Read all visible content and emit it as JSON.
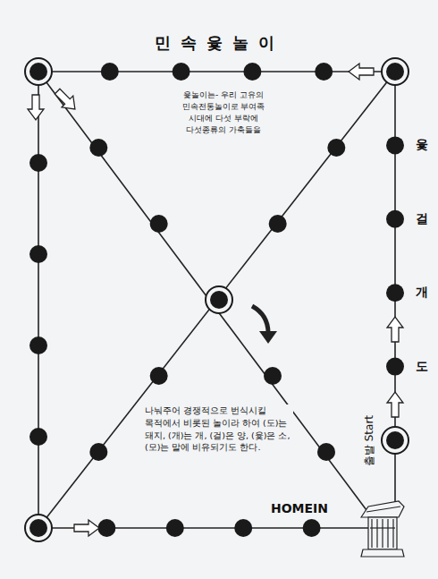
{
  "diagram": {
    "title": "민속윷놀이",
    "labels": [
      "윷놀이는- 우리 고유의 민속전통놀이로 부여족 시대에 다섯 부락에 다섯종류의 가축들을",
      "나눠주어 경쟁적으로 번식시킬 목적에서 비롯된 놀이라 하여 (도)는 돼지, (개)는 개, (걸)은 양, (윷)은 소, (모)는 말에 비유되기도 한다.",
      "윷",
      "걸",
      "개",
      "도",
      "출발 Start",
      "HOMEIN"
    ]
  }
}
